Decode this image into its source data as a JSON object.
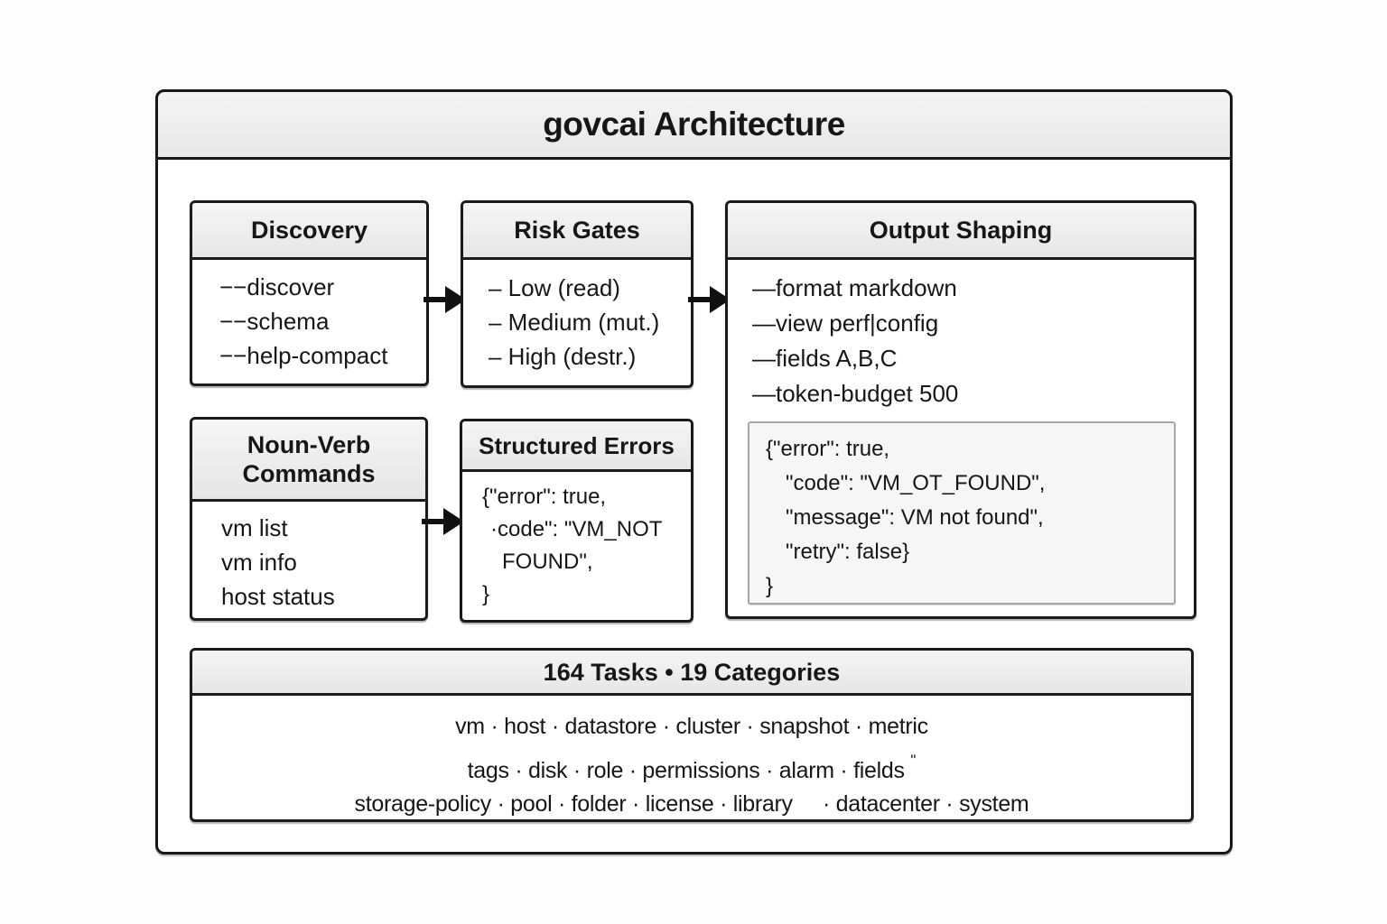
{
  "title": "govcai Architecture",
  "boxes": {
    "discovery": {
      "title": "Discovery",
      "items": [
        "−−discover",
        "−−schema",
        "−−help-compact"
      ]
    },
    "risk_gates": {
      "title": "Risk Gates",
      "items": [
        "– Low (read)",
        "– Medium (mut.)",
        "– High (destr.)"
      ]
    },
    "output_shaping": {
      "title": "Output Shaping",
      "items": [
        "—format markdown",
        "—view perf|config",
        "—fields A,B,C",
        "—token-budget 500"
      ],
      "code": [
        "{\"error\": true,",
        "\"code\": \"VM_OT_FOUND\",",
        "\"message\": VM not found\",",
        "\"retry\": false}",
        "}"
      ]
    },
    "noun_verb": {
      "title": "Noun-Verb Commands",
      "items": [
        "vm list",
        "vm info",
        "host status"
      ]
    },
    "structured_errors": {
      "title": "Structured Errors",
      "code": [
        "{\"error\": true,",
        "·code\": \"VM_NOT",
        "FOUND\",",
        "}"
      ]
    },
    "tasks": {
      "title": "164 Tasks • 19 Categories",
      "lines": [
        "vm · host · datastore · cluster · snapshot · metric",
        "tags · disk · role · permissions · alarm · fields",
        "storage-policy · pool · folder · license · library     · datacenter · system"
      ],
      "stray_mark": "\""
    }
  },
  "icons": {
    "flow_arrow": "right-arrow"
  }
}
